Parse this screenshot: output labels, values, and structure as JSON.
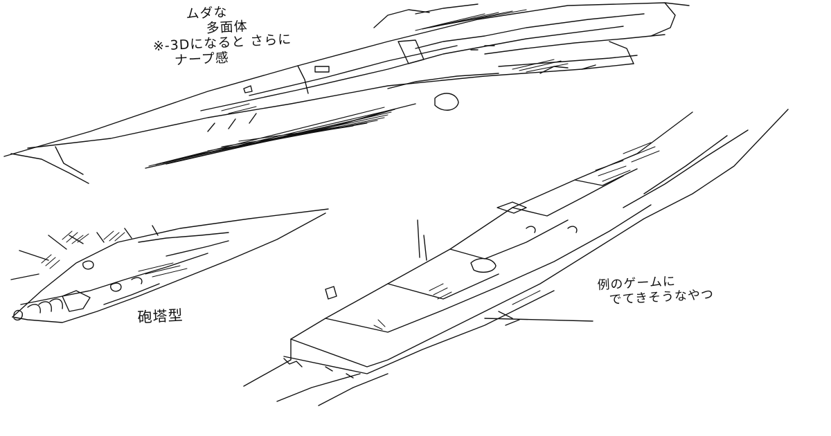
{
  "annotations": {
    "top_note": [
      "ムダな",
      "多面体",
      "※-3Dになると さらに",
      "ナープ感"
    ],
    "turret_label": "砲塔型",
    "right_note": [
      "例のゲームに",
      "でてきそうなやつ"
    ]
  },
  "colors": {
    "ink": "#111111",
    "paper": "#ffffff"
  }
}
